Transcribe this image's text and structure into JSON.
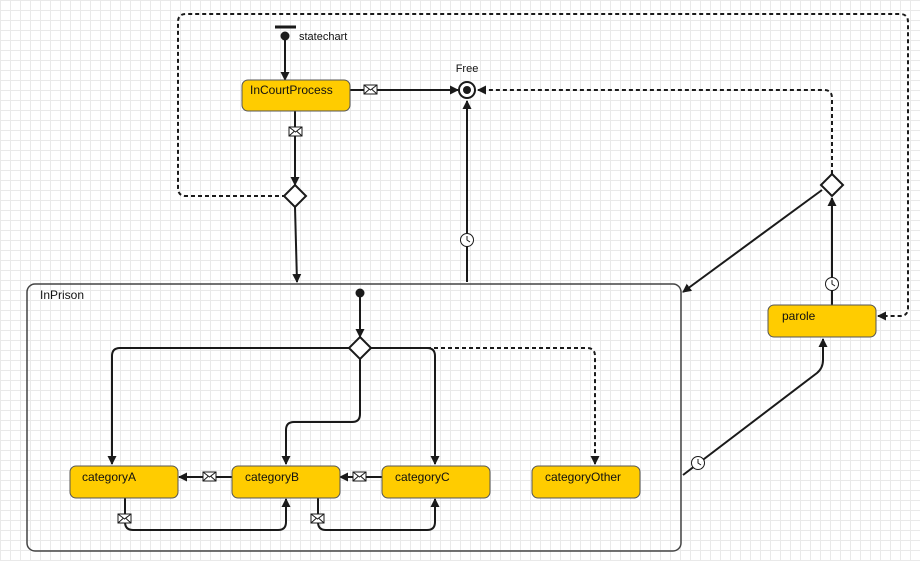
{
  "diagram": {
    "initial_label": "statechart",
    "final_label": "Free",
    "composite_state": {
      "name": "InPrison"
    },
    "states": {
      "in_court_process": "InCourtProcess",
      "parole": "parole",
      "category_a": "categoryA",
      "category_b": "categoryB",
      "category_c": "categoryC",
      "category_other": "categoryOther"
    },
    "colors": {
      "state_fill": "#ffcc00",
      "line": "#1a1a1a",
      "grid": "#e9e9e9"
    },
    "trigger_icons": [
      "message-trigger-icon",
      "timeout-trigger-icon"
    ]
  }
}
